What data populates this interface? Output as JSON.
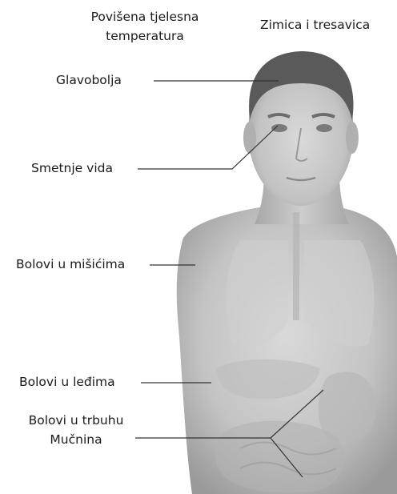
{
  "labels": {
    "fever_line1": "Povišena tjelesna",
    "fever_line2": "temperatura",
    "chills": "Zimica i tresavica",
    "headache": "Glavobolja",
    "vision": "Smetnje vida",
    "muscle": "Bolovi u mišićima",
    "back": "Bolovi u leđima",
    "abdomen": "Bolovi u trbuhu",
    "nausea": "Mučnina"
  },
  "colors": {
    "skin_light": "#d6d6d6",
    "skin_mid": "#b9b9b9",
    "skin_dark": "#8f8f8f",
    "hair": "#5a5a5a",
    "organ": "#c9c9c9",
    "line": "#333333",
    "text": "#1a1a1a"
  }
}
